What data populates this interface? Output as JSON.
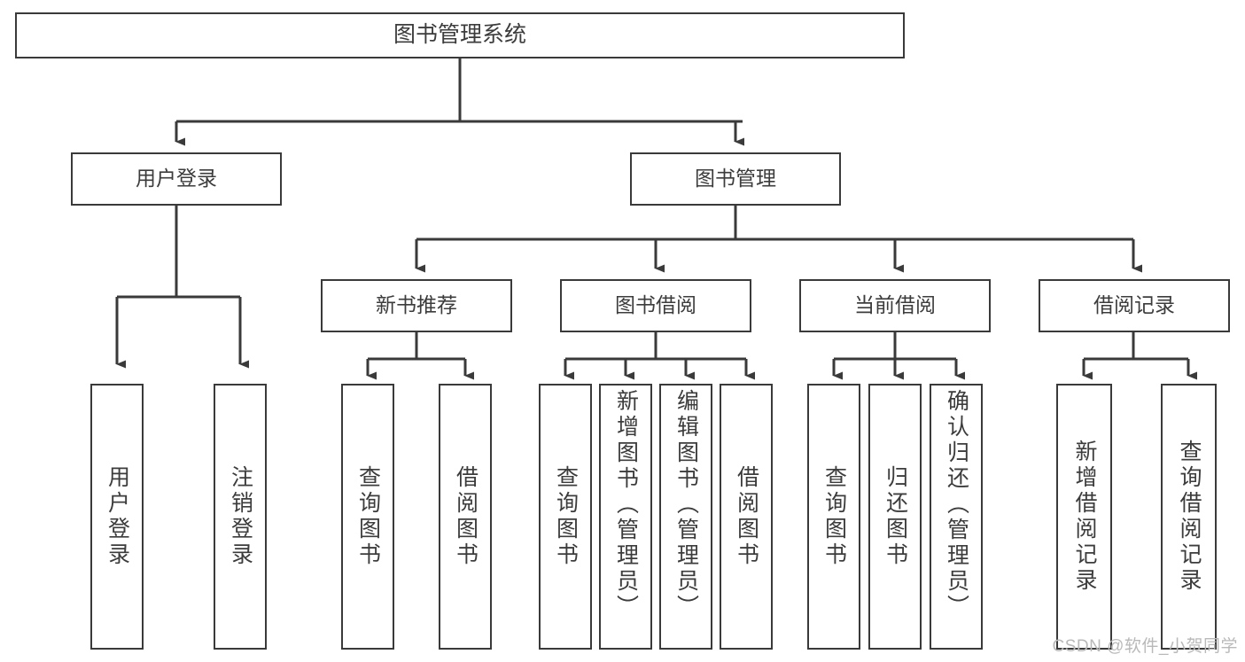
{
  "diagram": {
    "title": "图书管理系统",
    "watermark": "CSDN @软件_小贺同学",
    "colors": {
      "stroke": "#3a3a3a",
      "text": "#3c3c3c",
      "background": "#ffffff",
      "watermark": "#b9b9b9"
    },
    "nodes": {
      "root": {
        "label": "图书管理系统"
      },
      "level2": [
        {
          "label": "用户登录"
        },
        {
          "label": "图书管理"
        }
      ],
      "level3": [
        {
          "label": "新书推荐"
        },
        {
          "label": "图书借阅"
        },
        {
          "label": "当前借阅"
        },
        {
          "label": "借阅记录"
        }
      ],
      "leaves_user_login": [
        {
          "label": "用户登录"
        },
        {
          "label": "注销登录"
        }
      ],
      "leaves_new_book": [
        {
          "label": "查询图书"
        },
        {
          "label": "借阅图书"
        }
      ],
      "leaves_borrow": [
        {
          "label": "查询图书"
        },
        {
          "label": "新增图书（管理员）"
        },
        {
          "label": "编辑图书（管理员）"
        },
        {
          "label": "借阅图书"
        }
      ],
      "leaves_current": [
        {
          "label": "查询图书"
        },
        {
          "label": "归还图书"
        },
        {
          "label": "确认归还（管理员）"
        }
      ],
      "leaves_records": [
        {
          "label": "新增借阅记录"
        },
        {
          "label": "查询借阅记录"
        }
      ]
    }
  }
}
